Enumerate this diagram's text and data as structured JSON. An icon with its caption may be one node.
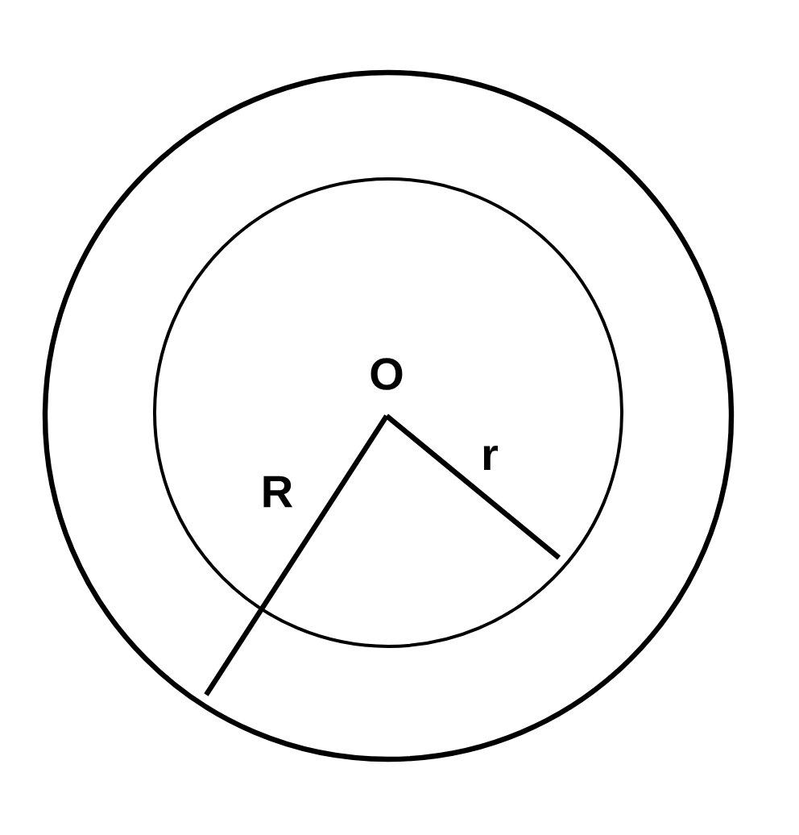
{
  "diagram": {
    "labels": [
      "O",
      "R",
      "r"
    ]
  }
}
